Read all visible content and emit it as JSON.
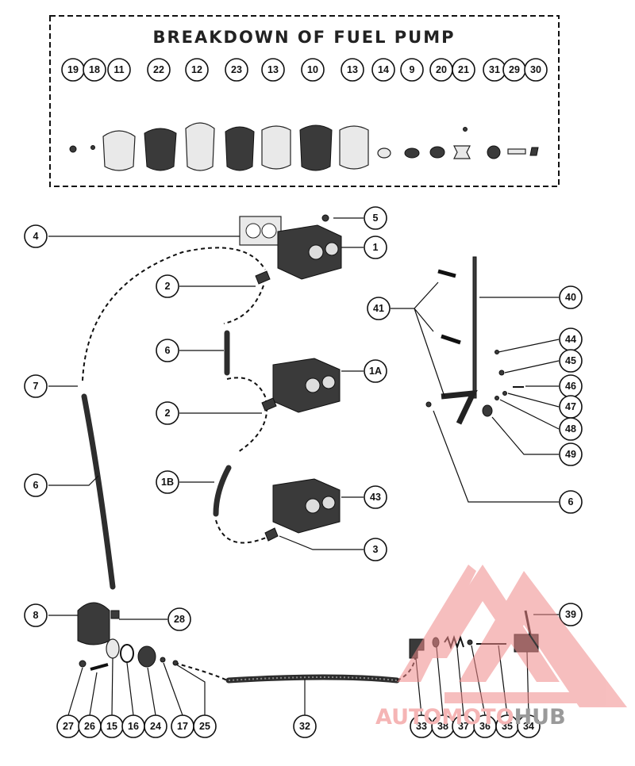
{
  "title": "BREAKDOWN OF FUEL PUMP",
  "breakdown_callouts": [
    "19",
    "18",
    "11",
    "22",
    "12",
    "23",
    "13",
    "10",
    "13",
    "14",
    "9",
    "20",
    "21",
    "31",
    "29",
    "30"
  ],
  "main_callouts": [
    "4",
    "5",
    "1",
    "2",
    "41",
    "40",
    "6",
    "1A",
    "44",
    "45",
    "7",
    "46",
    "2",
    "47",
    "48",
    "49",
    "6",
    "1B",
    "43",
    "6",
    "3",
    "8",
    "28",
    "39",
    "27",
    "26",
    "15",
    "16",
    "24",
    "17",
    "25",
    "32",
    "33",
    "38",
    "37",
    "36",
    "35",
    "34"
  ],
  "watermark": {
    "brand_a": "AUTOMOTO",
    "brand_b": "HUB",
    "color_a": "#f5b5b5",
    "color_b": "#9a9a9a",
    "triangle_color": "#f08a8a"
  },
  "colors": {
    "ink": "#111111",
    "background": "#ffffff"
  }
}
